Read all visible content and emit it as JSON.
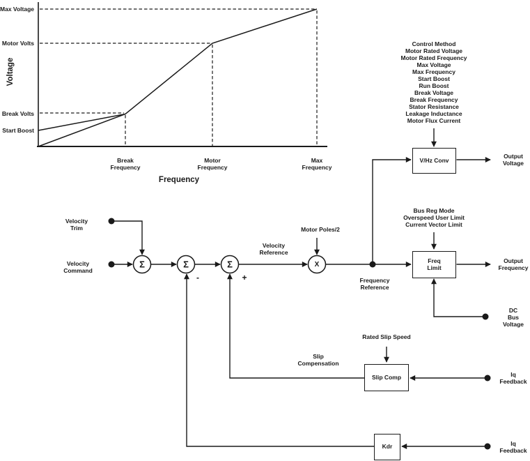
{
  "colors": {
    "line": "#1a1a1a",
    "background": "#ffffff"
  },
  "chart": {
    "y_axis_title": "Voltage",
    "x_axis_title": "Frequency",
    "y_tick_labels": [
      "Max Voltage",
      "Motor Volts",
      "Break Volts",
      "Start Boost"
    ],
    "x_tick_labels": [
      "Break\nFrequency",
      "Motor\nFrequency",
      "Max\nFrequency"
    ]
  },
  "diagram": {
    "inputs": {
      "velocity_trim": "Velocity\nTrim",
      "velocity_command": "Velocity\nCommand",
      "motor_poles": "Motor Poles/2",
      "rated_slip_speed": "Rated Slip Speed",
      "dc_bus_voltage": "DC Bus\nVoltage",
      "iq_feedback": "Iq\nFeedback"
    },
    "signals": {
      "velocity_reference": "Velocity\nReference",
      "frequency_reference": "Frequency\nReference",
      "slip_compensation": "Slip\nCompensation",
      "plus": "+",
      "minus": "-",
      "sigma": "Σ",
      "multiply": "X"
    },
    "vhz_params": [
      "Control Method",
      "Motor Rated Voltage",
      "Motor Rated Frequency",
      "Max Voltage",
      "Max Frequency",
      "Start Boost",
      "Run Boost",
      "Break Voltage",
      "Break Frequency",
      "Stator Resistance",
      "Leakage Inductance",
      "Motor Flux Current"
    ],
    "freq_limit_params": [
      "Bus Reg Mode",
      "Overspeed User Limit",
      "Current Vector Limit"
    ],
    "blocks": {
      "vhz_conv": "V/Hz Conv",
      "freq_limit": "Freq\nLimit",
      "slip_comp": "Slip Comp",
      "kdr": "Kdr"
    },
    "outputs": {
      "output_voltage": "Output\nVoltage",
      "output_frequency": "Output\nFrequency"
    }
  }
}
